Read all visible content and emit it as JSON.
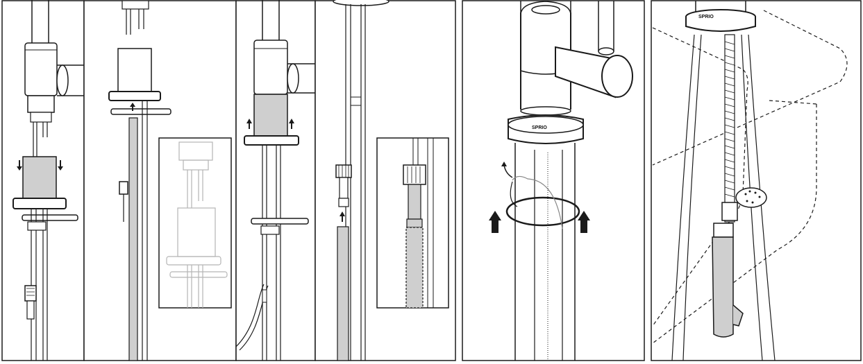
{
  "figure": {
    "panels": [
      {
        "id": "step-1",
        "description_hidden": ""
      },
      {
        "id": "step-2"
      },
      {
        "id": "step-3"
      },
      {
        "id": "step-4"
      },
      {
        "id": "step-5"
      },
      {
        "id": "step-6"
      }
    ],
    "brand_label": "SPRIO",
    "colors": {
      "line": "#1a1a1a",
      "highlight_fill": "#cfcfcf",
      "ghost_line": "#b5b5b5",
      "background": "#ffffff"
    },
    "icons": [
      "up-arrow-icon",
      "down-arrow-icon",
      "rotate-arrow-icon"
    ]
  }
}
